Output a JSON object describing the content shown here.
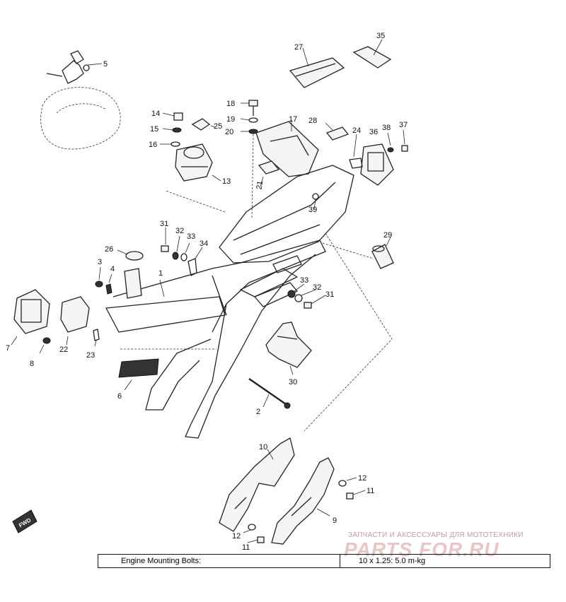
{
  "callouts": [
    "1",
    "2",
    "3",
    "4",
    "5",
    "6",
    "7",
    "8",
    "9",
    "10",
    "11",
    "11",
    "12",
    "12",
    "13",
    "14",
    "15",
    "16",
    "17",
    "18",
    "19",
    "20",
    "21",
    "22",
    "23",
    "24",
    "25",
    "26",
    "27",
    "28",
    "29",
    "30",
    "31",
    "31",
    "32",
    "32",
    "33",
    "33",
    "34",
    "35",
    "36",
    "37",
    "38",
    "39"
  ],
  "fwd_label": "FWD",
  "watermark": {
    "tagline": "ЗАПЧАСТИ И АКСЕССУАРЫ ДЛЯ МОТОТЕХНИКИ",
    "logo": "PARTS FOR.RU"
  },
  "spec_table": {
    "label": "Engine Mounting Bolts:",
    "value": "10 x 1.25: 5.0 m-kg"
  }
}
